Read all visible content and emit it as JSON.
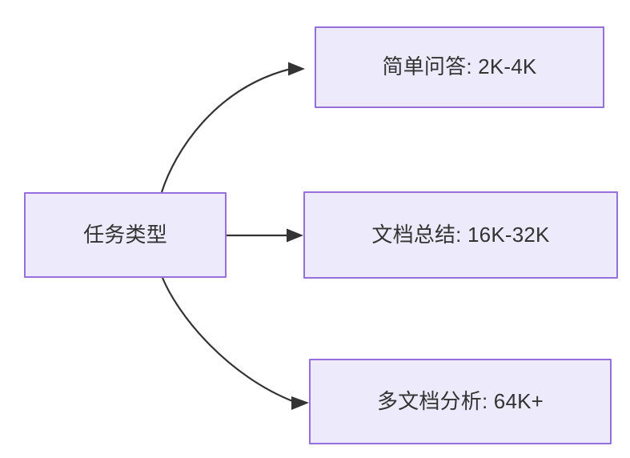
{
  "diagram": {
    "type": "flowchart",
    "direction": "left-to-right",
    "background_color": "#ffffff",
    "node_fill_color": "#ECEAFB",
    "node_border_color": "#9370DB",
    "node_text_color": "#333333",
    "edge_color": "#333333",
    "source": {
      "id": "task-type",
      "label": "任务类型"
    },
    "targets": [
      {
        "id": "simple-qa",
        "label": "简单问答: 2K-4K",
        "edge_style": "curved"
      },
      {
        "id": "doc-summary",
        "label": "文档总结: 16K-32K",
        "edge_style": "straight"
      },
      {
        "id": "multi-doc-analysis",
        "label": "多文档分析: 64K+",
        "edge_style": "curved"
      }
    ],
    "edges": [
      {
        "from": "任务类型",
        "to": "简单问答: 2K-4K"
      },
      {
        "from": "任务类型",
        "to": "文档总结: 16K-32K"
      },
      {
        "from": "任务类型",
        "to": "多文档分析: 64K+"
      }
    ]
  }
}
